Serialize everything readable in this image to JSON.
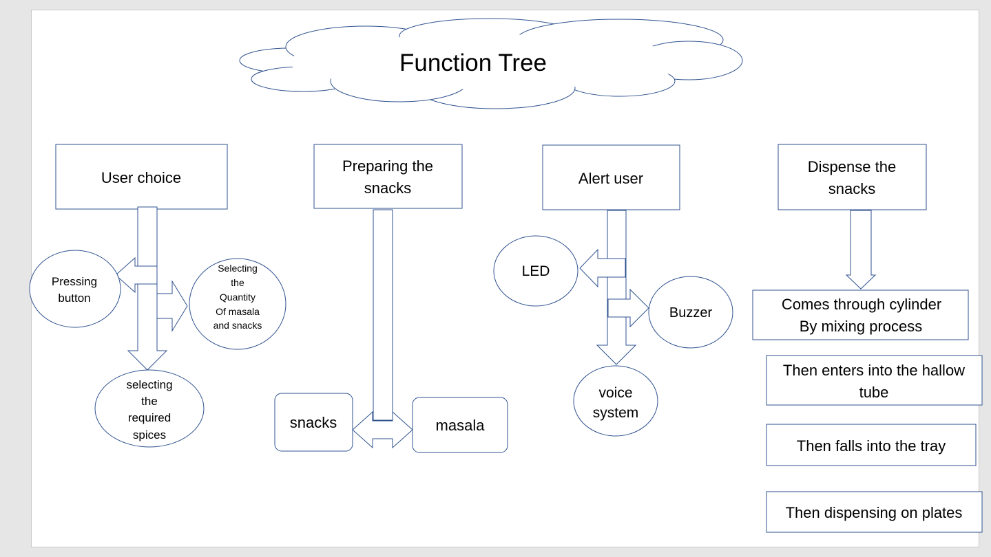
{
  "title": "Function Tree",
  "columns": [
    {
      "heading": [
        "User choice"
      ],
      "items": [
        [
          "Pressing",
          "button"
        ],
        [
          "Selecting",
          "the",
          "Quantity",
          "Of masala",
          "and snacks"
        ],
        [
          "selecting",
          "the",
          "required",
          "spices"
        ]
      ]
    },
    {
      "heading": [
        "Preparing the",
        "snacks"
      ],
      "items": [
        [
          "snacks"
        ],
        [
          "masala"
        ]
      ]
    },
    {
      "heading": [
        "Alert user"
      ],
      "items": [
        [
          "LED"
        ],
        [
          "Buzzer"
        ],
        [
          "voice",
          "system"
        ]
      ]
    },
    {
      "heading": [
        "Dispense the",
        "snacks"
      ],
      "items": [
        [
          "Comes through cylinder",
          "By mixing process"
        ],
        [
          "Then enters into the hallow",
          "tube"
        ],
        [
          "Then falls into the tray"
        ],
        [
          "Then dispensing on plates"
        ]
      ]
    }
  ],
  "colors": {
    "stroke": "#2f528f",
    "text": "#000000",
    "fill": "#ffffff"
  }
}
